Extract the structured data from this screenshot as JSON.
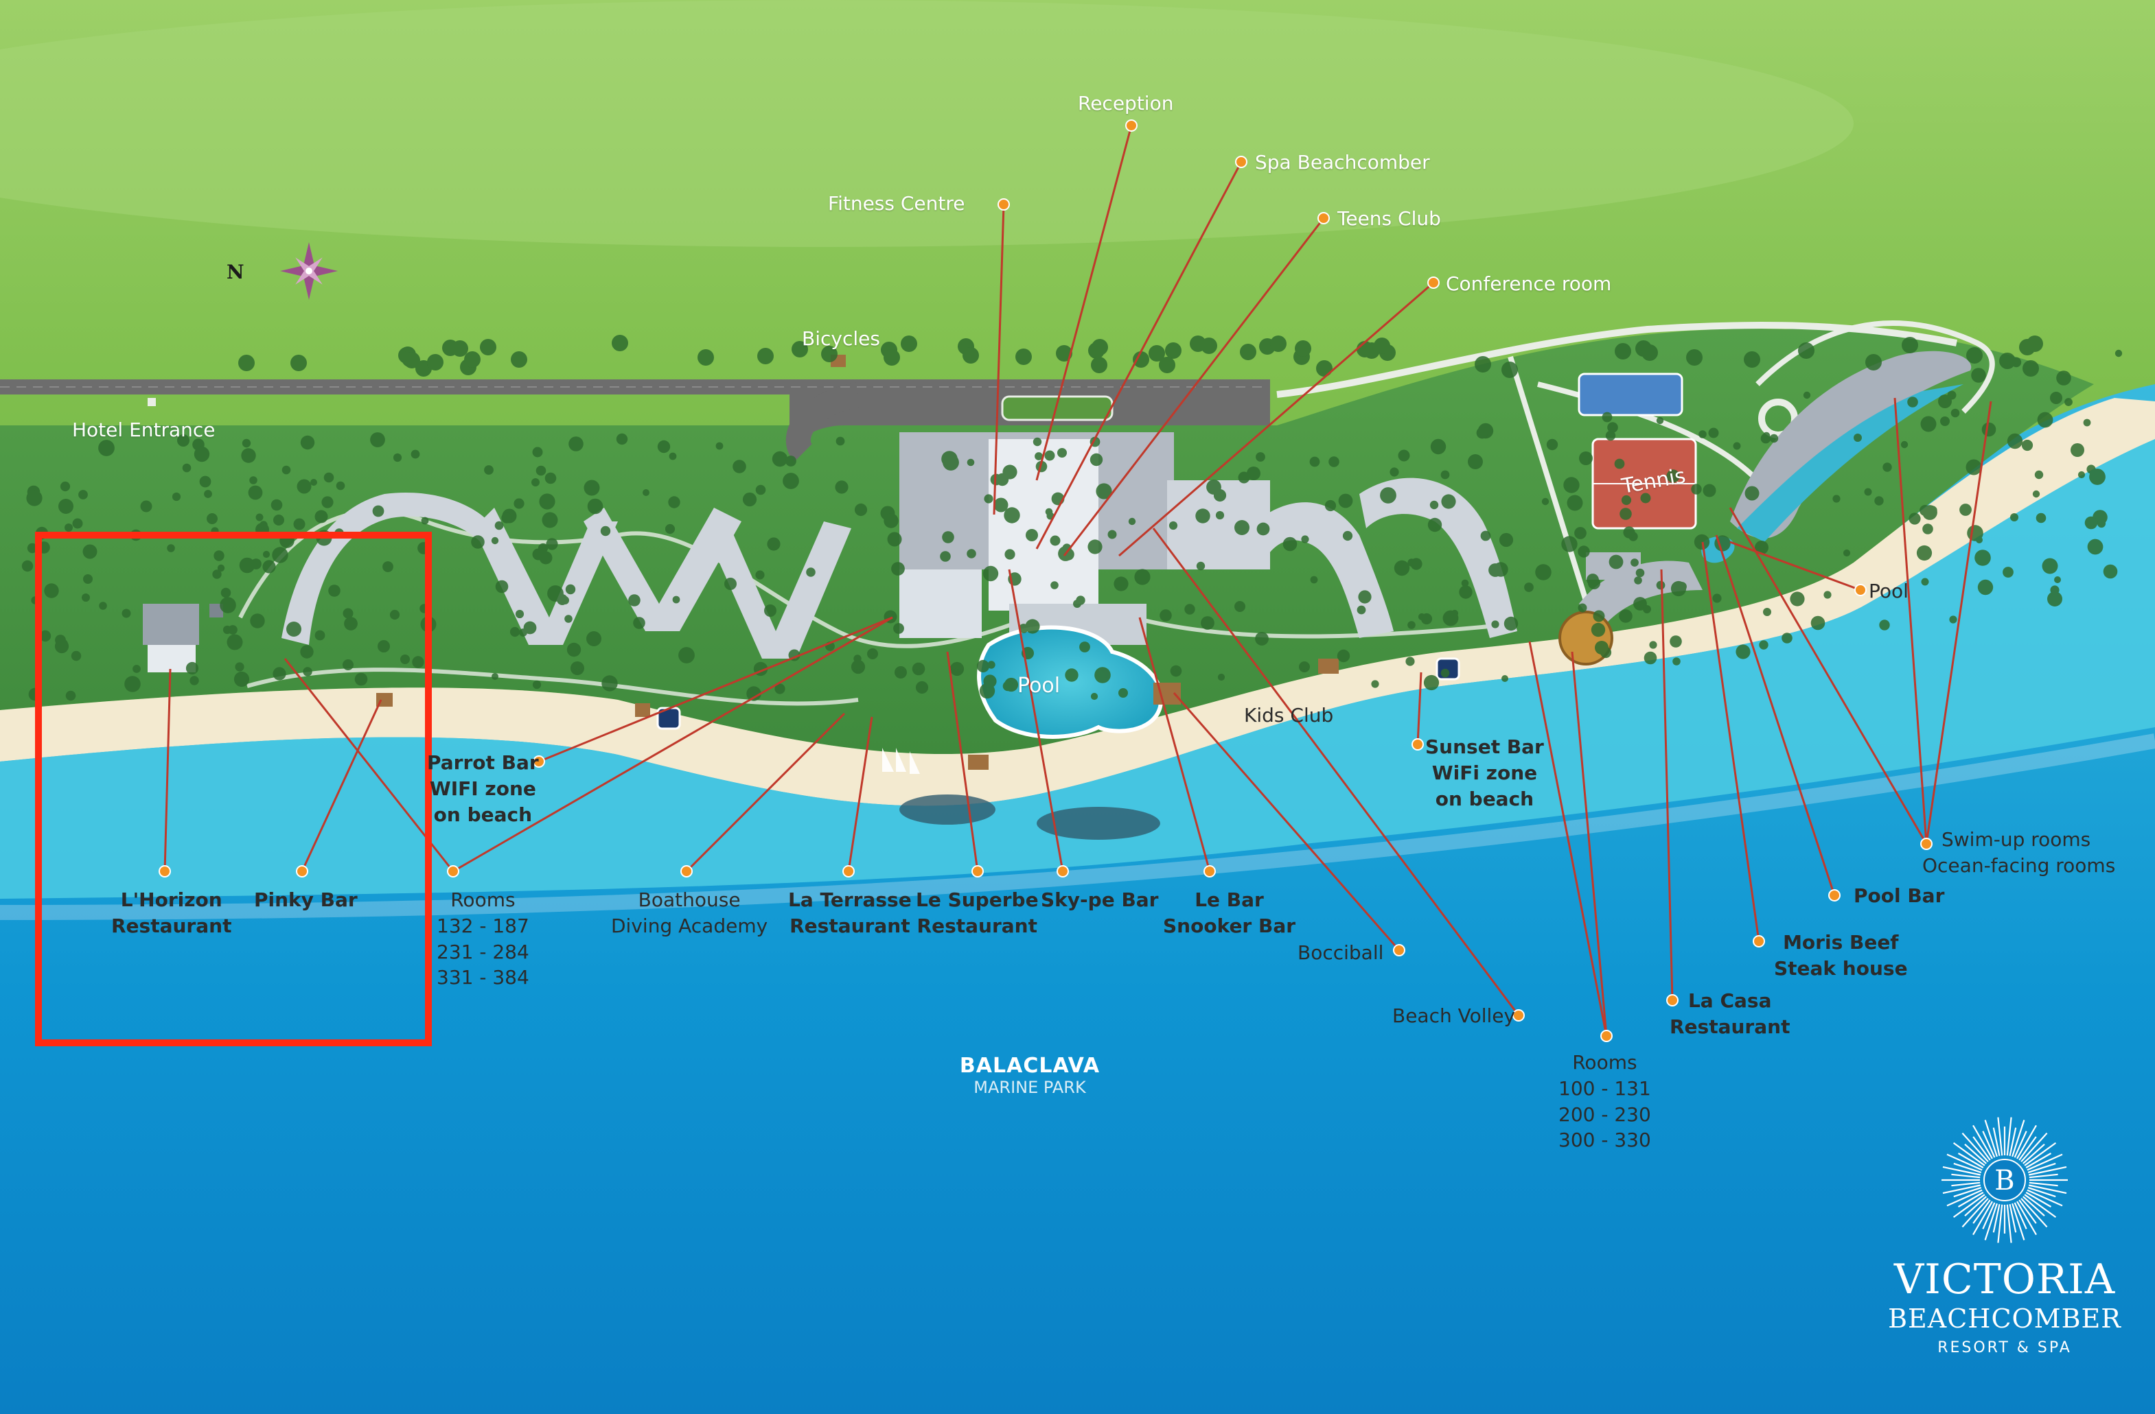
{
  "brand": {
    "name_line1": "VICTORIA",
    "name_line2": "BEACHCOMBER",
    "name_line3": "RESORT & SPA",
    "monogram": "B"
  },
  "compass": {
    "label": "N"
  },
  "marine_park": {
    "name": "BALACLAVA",
    "subtitle": "MARINE PARK"
  },
  "labels": {
    "reception": "Reception",
    "spa": "Spa Beachcomber",
    "fitness": "Fitness Centre",
    "teens_club": "Teens Club",
    "conference": "Conference room",
    "bicycles": "Bicycles",
    "hotel_entrance": "Hotel Entrance",
    "tennis": "Tennis",
    "pool_main": "Pool",
    "pool_east": "Pool",
    "kids_club": "Kids Club",
    "parrot_bar": [
      "Parrot Bar",
      "WIFI zone",
      "on beach"
    ],
    "sunset_bar": [
      "Sunset Bar",
      "WiFi zone",
      "on beach"
    ],
    "lhorizon": [
      "L'Horizon",
      "Restaurant"
    ],
    "pinky_bar": "Pinky Bar",
    "rooms_west": [
      "Rooms",
      "132 - 187",
      "231 - 284",
      "331 - 384"
    ],
    "boathouse": [
      "Boathouse",
      "Diving Academy"
    ],
    "la_terrasse": [
      "La Terrasse",
      "Restaurant"
    ],
    "le_superbe": [
      "Le Superbe",
      "Restaurant"
    ],
    "skype_bar": "Sky-pe Bar",
    "le_bar": [
      "Le Bar",
      "Snooker Bar"
    ],
    "bocciball": "Bocciball",
    "beach_volley": "Beach Volley",
    "rooms_east": [
      "Rooms",
      "100 - 131",
      "200 - 230",
      "300 - 330"
    ],
    "la_casa": [
      "La Casa",
      "Restaurant"
    ],
    "moris_beef": [
      "Moris Beef",
      "Steak house"
    ],
    "pool_bar": "Pool Bar",
    "swim_up": [
      "Swim-up rooms",
      "Ocean-facing rooms"
    ]
  },
  "colors": {
    "grass": "#7fbf4d",
    "grass_light": "#9fd06a",
    "road": "#6d6d6d",
    "sand": "#f4ecd2",
    "lagoon": "#3cc2e0",
    "ocean": "#0a8fd0",
    "pool": "#2fb5cf",
    "leader_line": "#c0392b",
    "marker_dot": "#f39221",
    "highlight_box": "#ff2a12",
    "label_dark": "#2b2b2b",
    "label_light": "#ffffff"
  }
}
